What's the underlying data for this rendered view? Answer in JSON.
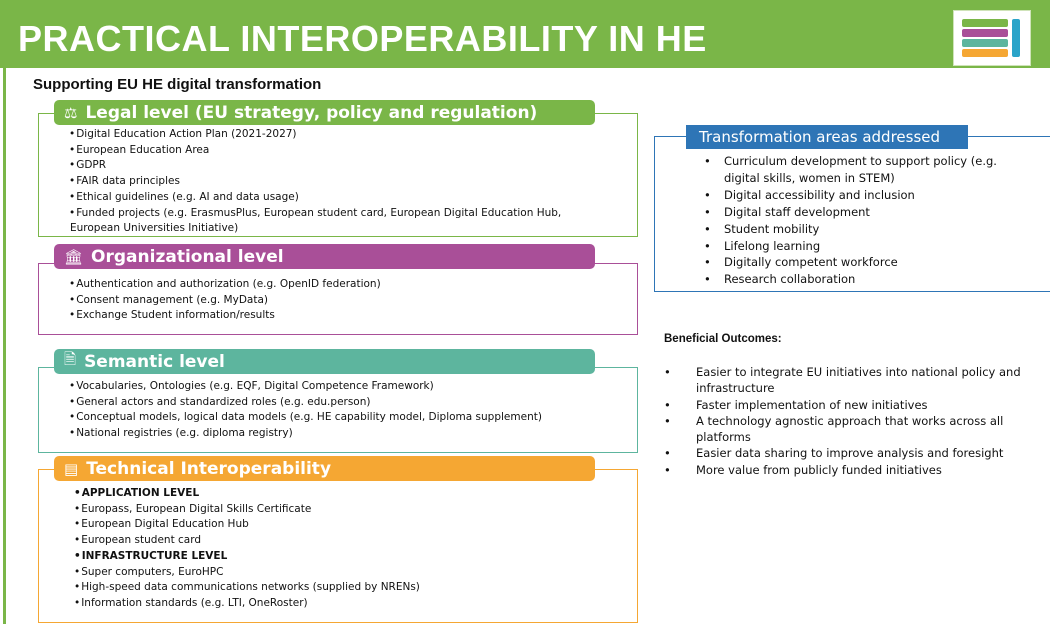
{
  "title": "PRACTICAL INTEROPERABILITY IN HE",
  "subtitle": "Supporting EU HE digital transformation",
  "thumbnail_icon": "slide-thumbnail-icon",
  "colors": {
    "banner": "#7ab648",
    "legal": "#7ab648",
    "organizational": "#a94f98",
    "semantic": "#5db59e",
    "technical": "#f5a733",
    "transformation": "#2e75b6"
  },
  "legal": {
    "icon": "scales-icon",
    "heading": "Legal level (EU strategy, policy and regulation)",
    "items": [
      "Digital Education Action Plan (2021-2027)",
      "European Education Area",
      "GDPR",
      "FAIR data principles",
      "Ethical guidelines (e.g. AI and data usage)",
      "Funded projects (e.g. ErasmusPlus, European student card, European Digital Education Hub,",
      "European Universities Initiative)"
    ]
  },
  "organizational": {
    "icon": "institution-icon",
    "heading": "Organizational level",
    "items": [
      "Authentication and authorization (e.g. OpenID federation)",
      "Consent management (e.g. MyData)",
      "Exchange Student information/results"
    ]
  },
  "semantic": {
    "icon": "document-icon",
    "heading": "Semantic level",
    "items": [
      "Vocabularies, Ontologies (e.g. EQF, Digital Competence Framework)",
      "General actors and standardized roles (e.g. edu.person)",
      "Conceptual models, logical data models (e.g. HE capability model, Diploma supplement)",
      "National registries (e.g. diploma registry)"
    ]
  },
  "technical": {
    "icon": "server-icon",
    "heading": "Technical Interoperability",
    "items": [
      "APPLICATION LEVEL",
      "Europass, European Digital Skills Certificate",
      "European Digital Education Hub",
      "European student card",
      "INFRASTRUCTURE LEVEL",
      "Super computers, EuroHPC",
      "High-speed data communications networks (supplied by NRENs)",
      "Information standards (e.g. LTI, OneRoster)"
    ]
  },
  "transformation": {
    "heading": "Transformation areas addressed",
    "items": [
      "Curriculum development to support policy (e.g.",
      "digital skills, women in STEM)",
      "Digital accessibility and inclusion",
      "Digital staff development",
      "Student mobility",
      "Lifelong learning",
      "Digitally competent workforce",
      "Research collaboration"
    ]
  },
  "outcomes": {
    "heading": "Beneficial Outcomes:",
    "items": [
      "Easier to integrate EU initiatives into national policy and",
      "infrastructure",
      "Faster implementation of new initiatives",
      "A technology agnostic approach that works across all",
      "platforms",
      "Easier data sharing to improve analysis and foresight",
      "More value from publicly funded initiatives"
    ]
  }
}
